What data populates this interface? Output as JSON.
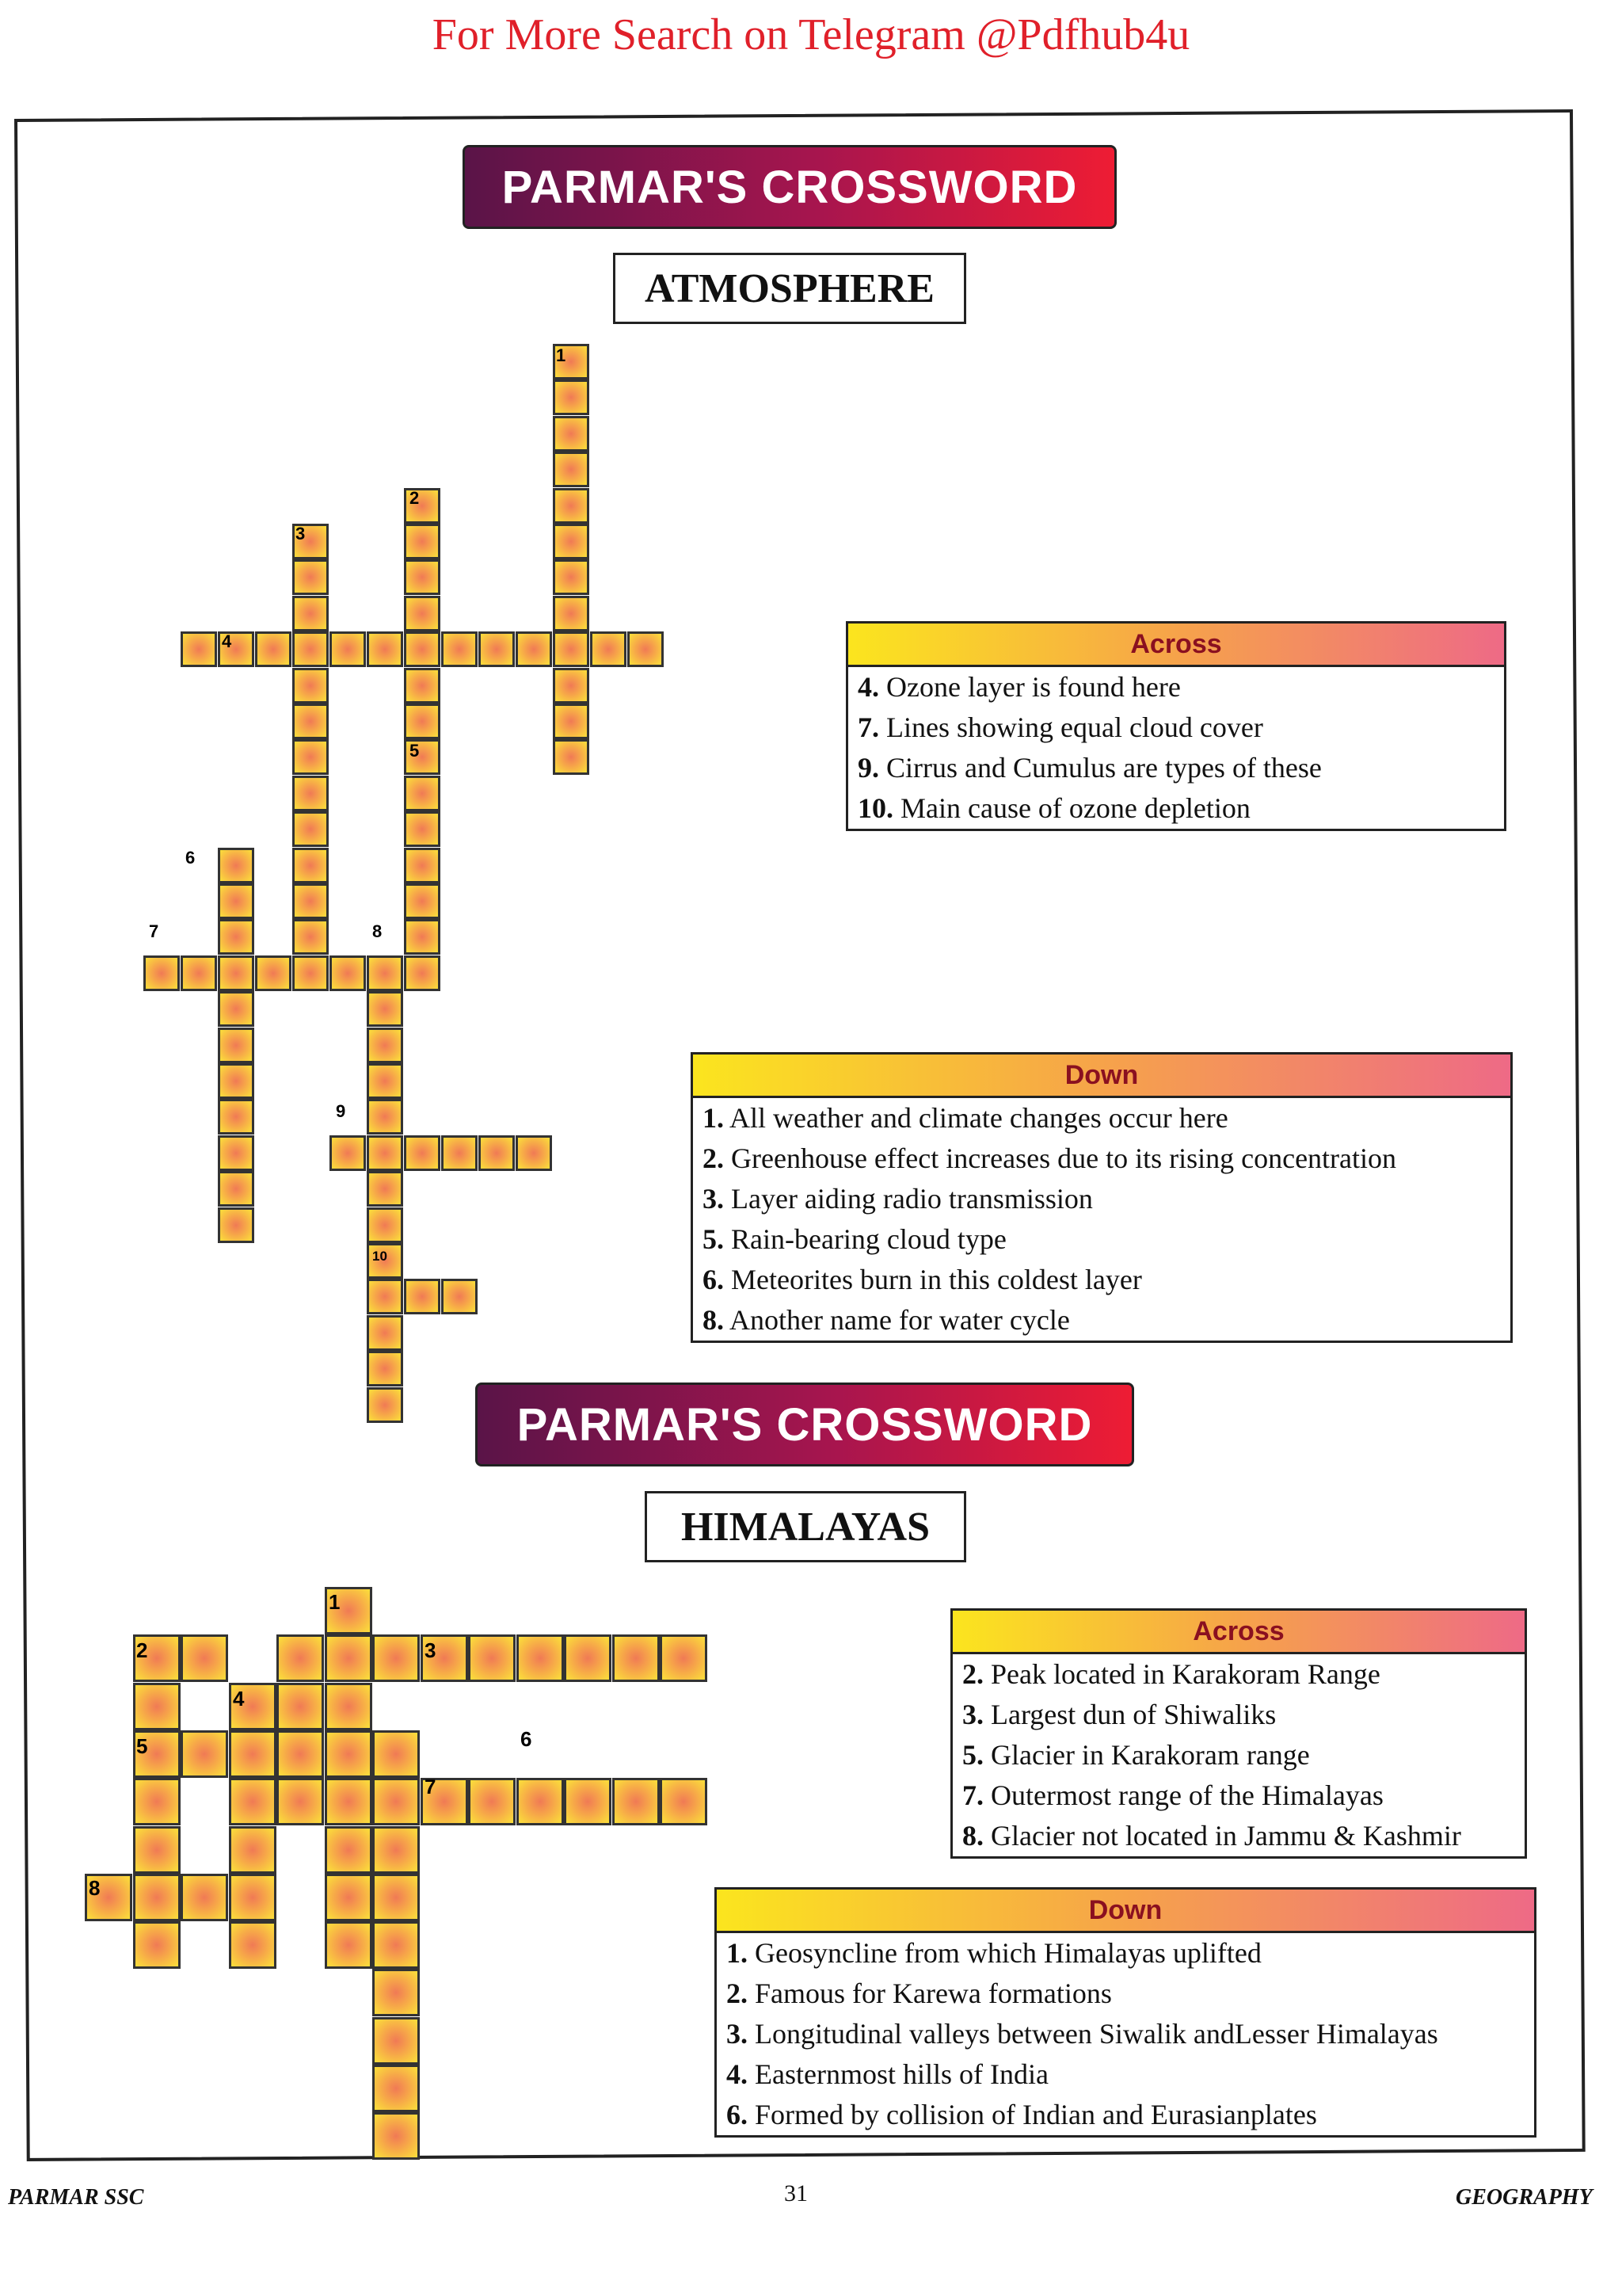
{
  "watermark": "For More Search on Telegram @Pdfhub4u",
  "atmosphere": {
    "banner": "PARMAR'S CROSSWORD",
    "topic": "ATMOSPHERE",
    "across": {
      "heading": "Across",
      "clues": [
        {
          "num": "4.",
          "text": "Ozone layer is found here"
        },
        {
          "num": "7.",
          "text": "Lines showing equal cloud cover"
        },
        {
          "num": "9.",
          "text": "Cirrus and Cumulus are types of these"
        },
        {
          "num": "10.",
          "text": "Main cause of ozone depletion"
        }
      ]
    },
    "down": {
      "heading": "Down",
      "clues": [
        {
          "num": "1.",
          "text": "All weather and climate changes occur here"
        },
        {
          "num": "2.",
          "text": "Greenhouse effect increases due to its rising concentration"
        },
        {
          "num": "3.",
          "text": "Layer aiding radio transmission"
        },
        {
          "num": "5.",
          "text": "Rain-bearing cloud type"
        },
        {
          "num": "6.",
          "text": "Meteorites burn in this coldest layer"
        },
        {
          "num": "8.",
          "text": "Another name for water cycle"
        }
      ]
    },
    "numbers": {
      "n1": "1",
      "n2": "2",
      "n3": "3",
      "n4": "4",
      "n5": "5",
      "n6": "6",
      "n7": "7",
      "n8": "8",
      "n9": "9",
      "n10": "10"
    }
  },
  "himalayas": {
    "banner": "PARMAR'S CROSSWORD",
    "topic": "HIMALAYAS",
    "across": {
      "heading": "Across",
      "clues": [
        {
          "num": "2.",
          "text": "Peak located in Karakoram Range"
        },
        {
          "num": "3.",
          "text": "Largest dun of Shiwaliks"
        },
        {
          "num": "5.",
          "text": "Glacier in Karakoram range"
        },
        {
          "num": "7.",
          "text": "Outermost range of the Himalayas"
        },
        {
          "num": "8.",
          "text": "Glacier not located in Jammu & Kashmir"
        }
      ]
    },
    "down": {
      "heading": "Down",
      "clues": [
        {
          "num": "1.",
          "text": "Geosyncline from which Himalayas uplifted"
        },
        {
          "num": "2.",
          "text": "Famous for Karewa formations"
        },
        {
          "num": "3.",
          "text": "Longitudinal valleys between Siwalik andLesser Himalayas"
        },
        {
          "num": "4.",
          "text": "Easternmost hills of India"
        },
        {
          "num": "6.",
          "text": "Formed by collision of Indian and Eurasianplates"
        }
      ]
    },
    "numbers": {
      "n1": "1",
      "n2": "2",
      "n3": "3",
      "n4": "4",
      "n5": "5",
      "n6": "6",
      "n7": "7",
      "n8": "8"
    }
  },
  "footer": {
    "left": "PARMAR SSC",
    "page": "31",
    "right": "GEOGRAPHY"
  }
}
